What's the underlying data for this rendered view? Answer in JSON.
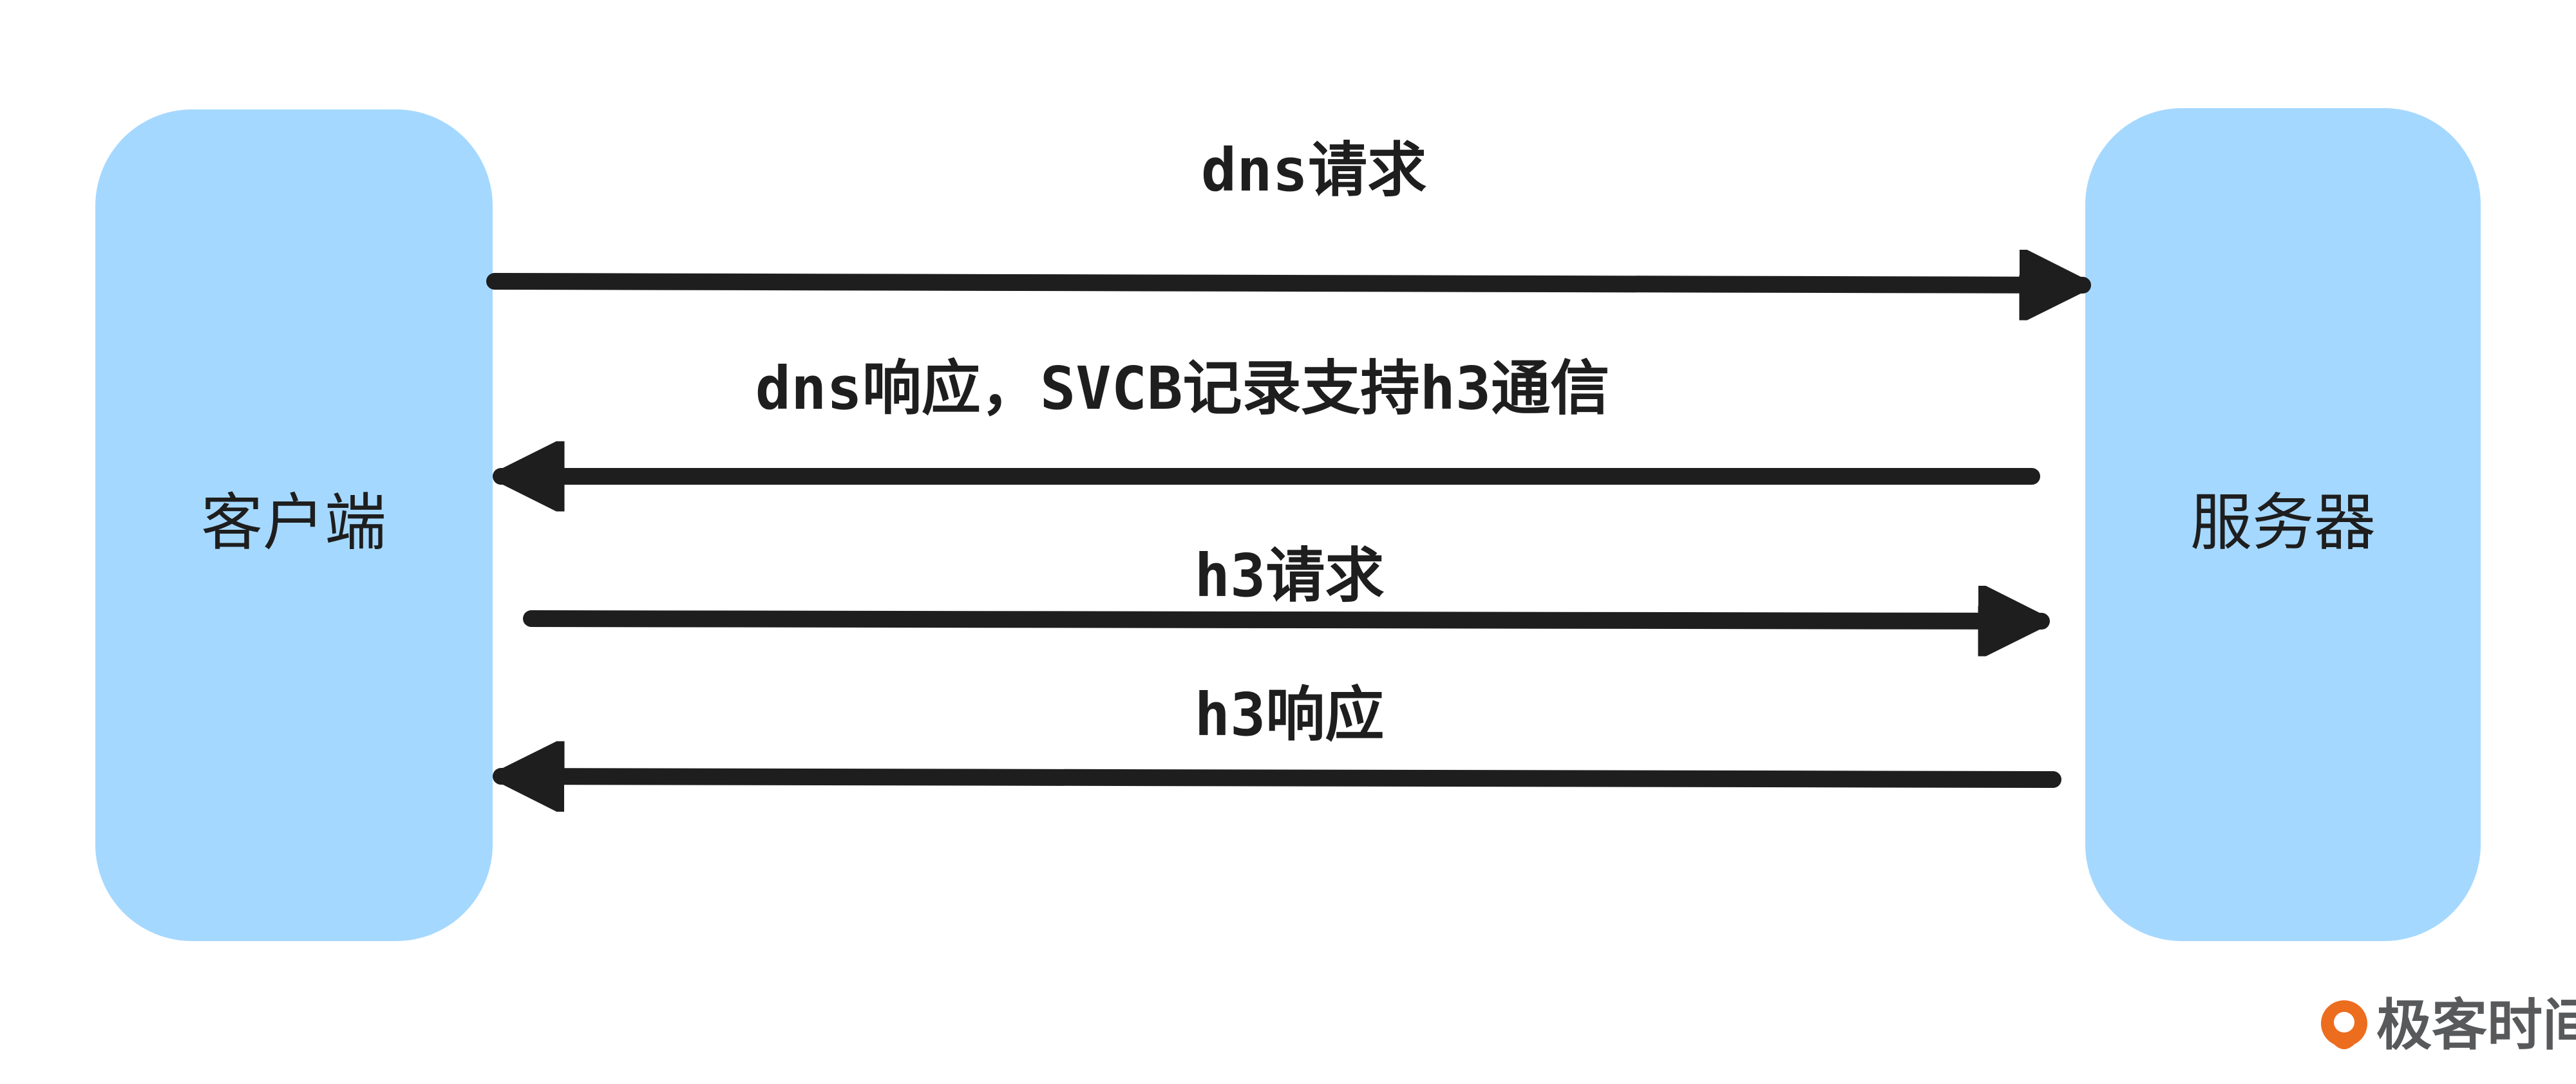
{
  "colors": {
    "box_fill": "#a5d8ff",
    "arrow": "#1e1e1e",
    "logo_orange": "#ec6d1e",
    "logo_text": "#58595b"
  },
  "nodes": {
    "client": {
      "label": "客户端"
    },
    "server": {
      "label": "服务器"
    }
  },
  "messages": [
    {
      "label": "dns请求",
      "direction": "client-to-server"
    },
    {
      "label": "dns响应，SVCB记录支持h3通信",
      "direction": "server-to-client"
    },
    {
      "label": "h3请求",
      "direction": "client-to-server"
    },
    {
      "label": "h3响应",
      "direction": "server-to-client"
    }
  ],
  "logo": {
    "text": "极客时间"
  }
}
